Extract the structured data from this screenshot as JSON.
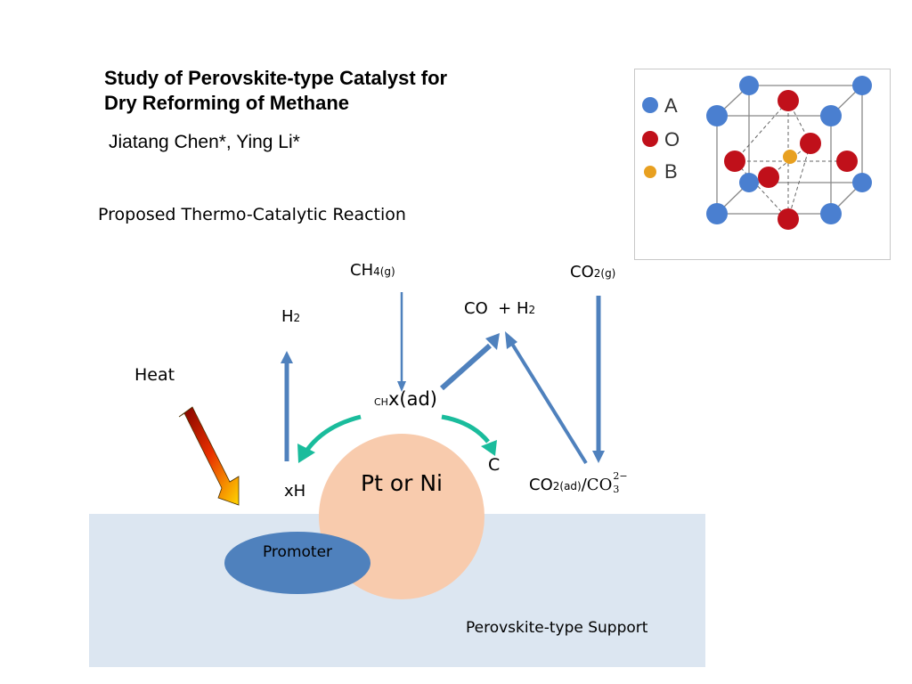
{
  "title_line1": "Study of Perovskite-type Catalyst for",
  "title_line2": "Dry Reforming of Methane",
  "authors": "Jiatang Chen*, Ying Li*",
  "subtitle": "Proposed Thermo-Catalytic Reaction",
  "labels": {
    "ch4_main": "CH",
    "ch4_sub": "4(g)",
    "co2_main": "CO",
    "co2_sub": "2(g)",
    "co_h2_main": "CO  + H",
    "co_h2_sub": "2",
    "h2_main": "H",
    "h2_sub": "2",
    "heat": "Heat",
    "chx_small": "CH",
    "chx_main": "x(ad)",
    "c": "C",
    "xh": "xH",
    "co2ad_main": "CO",
    "co2ad_sub": "2(ad)",
    "co3_sep": "/",
    "co3_main": "CO",
    "co3_sub": "3",
    "co3_sup": "2−",
    "metal": "Pt or Ni",
    "promoter": "Promoter",
    "support": "Perovskite-type Support"
  },
  "legend": {
    "a": "A",
    "o": "O",
    "b": "B"
  },
  "colors": {
    "arrow_blue": "#4f81bd",
    "arrow_teal": "#1abc9c",
    "atom_a": "#4a7fd0",
    "atom_o": "#c0101a",
    "atom_b": "#e8a020",
    "support": "#dce6f1",
    "metal": "#f8cbad",
    "promoter": "#4f81bd"
  }
}
